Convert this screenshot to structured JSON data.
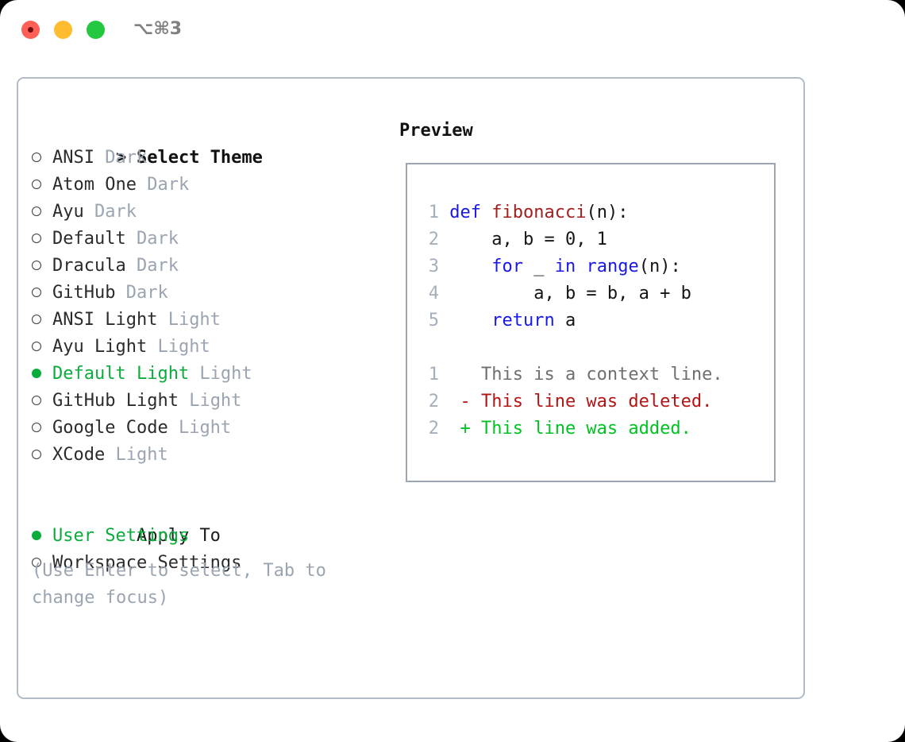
{
  "window": {
    "shortcut": "⌥⌘3",
    "traffic_lights": [
      {
        "name": "close",
        "color": "#ff5f57"
      },
      {
        "name": "minimize",
        "color": "#febc2e"
      },
      {
        "name": "maximize",
        "color": "#23c840"
      }
    ]
  },
  "accent": {
    "selected_green": "#0aad3c",
    "muted_gray": "#9aa5b1",
    "border": "#b2bcc8"
  },
  "theme_picker": {
    "header_prefix": ">",
    "header": "Select Theme",
    "marker_selected": "●",
    "marker_unselected": "○",
    "items": [
      {
        "name": "ANSI",
        "category": "Dark",
        "selected": false
      },
      {
        "name": "Atom One",
        "category": "Dark",
        "selected": false
      },
      {
        "name": "Ayu",
        "category": "Dark",
        "selected": false
      },
      {
        "name": "Default",
        "category": "Dark",
        "selected": false
      },
      {
        "name": "Dracula",
        "category": "Dark",
        "selected": false
      },
      {
        "name": "GitHub",
        "category": "Dark",
        "selected": false
      },
      {
        "name": "ANSI Light",
        "category": "Light",
        "selected": false
      },
      {
        "name": "Ayu Light",
        "category": "Light",
        "selected": false
      },
      {
        "name": "Default Light",
        "category": "Light",
        "selected": true
      },
      {
        "name": "GitHub Light",
        "category": "Light",
        "selected": false
      },
      {
        "name": "Google Code",
        "category": "Light",
        "selected": false
      },
      {
        "name": "XCode",
        "category": "Light",
        "selected": false
      }
    ]
  },
  "apply_to": {
    "label": "Apply To",
    "options": [
      {
        "label": "User Settings",
        "selected": true
      },
      {
        "label": "Workspace Settings",
        "selected": false
      }
    ]
  },
  "hint": "(Use Enter to select, Tab to change focus)",
  "preview": {
    "title": "Preview",
    "code_lines": [
      {
        "num": "1",
        "tokens": [
          {
            "t": "def ",
            "c": "kw"
          },
          {
            "t": "fibonacci",
            "c": "fn"
          },
          {
            "t": "(n):",
            "c": "plain"
          }
        ]
      },
      {
        "num": "2",
        "tokens": [
          {
            "t": "    a, b = 0, 1",
            "c": "plain"
          }
        ]
      },
      {
        "num": "3",
        "tokens": [
          {
            "t": "    ",
            "c": "plain"
          },
          {
            "t": "for",
            "c": "kw"
          },
          {
            "t": " _ ",
            "c": "plain"
          },
          {
            "t": "in",
            "c": "kw"
          },
          {
            "t": " ",
            "c": "plain"
          },
          {
            "t": "range",
            "c": "kw"
          },
          {
            "t": "(n):",
            "c": "plain"
          }
        ]
      },
      {
        "num": "4",
        "tokens": [
          {
            "t": "        a, b = b, a + b",
            "c": "plain"
          }
        ]
      },
      {
        "num": "5",
        "tokens": [
          {
            "t": "    ",
            "c": "plain"
          },
          {
            "t": "return",
            "c": "kw"
          },
          {
            "t": " a",
            "c": "plain"
          }
        ]
      }
    ],
    "diff_lines": [
      {
        "num": "1",
        "prefix": "  ",
        "text": "This is a context line.",
        "kind": "ctx"
      },
      {
        "num": "2",
        "prefix": "- ",
        "text": "This line was deleted.",
        "kind": "del"
      },
      {
        "num": "2",
        "prefix": "+ ",
        "text": "This line was added.",
        "kind": "add"
      }
    ]
  }
}
